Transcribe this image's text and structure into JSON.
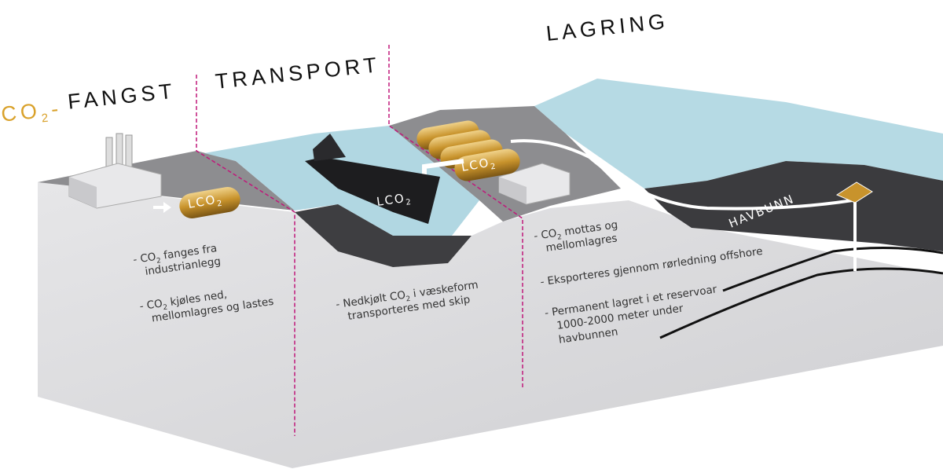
{
  "titles": {
    "capture_prefix": "CO",
    "capture_sub": "2",
    "capture_dash": "-",
    "capture": "FANGST",
    "transport": "TRANSPORT",
    "storage": "LAGRING"
  },
  "tank_label": {
    "main": "LCO",
    "sub": "2"
  },
  "seabed_label": "HAVBUNN",
  "capture_notes": [
    {
      "prefix": "- CO",
      "sub": "2",
      "line1": " fanges fra",
      "line2": "industrianlegg"
    },
    {
      "prefix": "- CO",
      "sub": "2",
      "line1": " kjøles ned,",
      "line2": "mellomlagres og lastes"
    }
  ],
  "transport_note": {
    "prefix": "- Nedkjølt CO",
    "sub": "2",
    "line1": " i væskeform",
    "line2": "transporteres med skip"
  },
  "storage_notes": {
    "n1_prefix": "- CO",
    "n1_sub": "2",
    "n1_line1": " mottas og",
    "n1_line2": "mellomlagres",
    "n2": "- Eksporteres gjennom rørledning offshore",
    "n3_line1": "- Permanent lagret i et reservoar",
    "n3_line2": "1000-2000 meter under",
    "n3_line3": "havbunnen"
  },
  "colors": {
    "accent": "#d9a12a",
    "divider": "#c0187a",
    "water": "#a9d3df",
    "seabed": "#3b3b3e",
    "block": "#d8d8da"
  }
}
